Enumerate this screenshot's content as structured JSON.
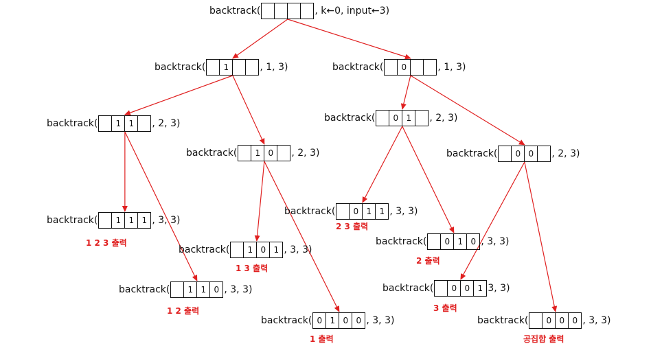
{
  "fn": "backtrack(",
  "nodes": [
    {
      "id": "root",
      "cells": [
        "",
        "",
        "",
        ""
      ],
      "args": ", k←0, input←3)"
    },
    {
      "id": "n1",
      "cells": [
        "",
        "1",
        "",
        ""
      ],
      "args": ", 1, 3)"
    },
    {
      "id": "n0",
      "cells": [
        "",
        "0",
        "",
        ""
      ],
      "args": ", 1, 3)"
    },
    {
      "id": "n11",
      "cells": [
        "",
        "1",
        "1",
        ""
      ],
      "args": ", 2, 3)"
    },
    {
      "id": "n10",
      "cells": [
        "",
        "1",
        "0",
        ""
      ],
      "args": ", 2, 3)"
    },
    {
      "id": "n01",
      "cells": [
        "",
        "0",
        "1",
        ""
      ],
      "args": ", 2, 3)"
    },
    {
      "id": "n00",
      "cells": [
        "",
        "0",
        "0",
        ""
      ],
      "args": ", 2, 3)"
    },
    {
      "id": "n111",
      "cells": [
        "",
        "1",
        "1",
        "1"
      ],
      "args": ", 3, 3)"
    },
    {
      "id": "n110",
      "cells": [
        "",
        "1",
        "1",
        "0"
      ],
      "args": ", 3, 3)"
    },
    {
      "id": "n101",
      "cells": [
        "",
        "1",
        "0",
        "1"
      ],
      "args": ", 3, 3)"
    },
    {
      "id": "n100",
      "cells": [
        "0",
        "1",
        "0",
        "0"
      ],
      "args": ", 3, 3)"
    },
    {
      "id": "n011",
      "cells": [
        "",
        "0",
        "1",
        "1"
      ],
      "args": ", 3, 3)"
    },
    {
      "id": "n010",
      "cells": [
        "",
        "0",
        "1",
        "0"
      ],
      "args": ", 3, 3)"
    },
    {
      "id": "n001",
      "cells": [
        "",
        "0",
        "0",
        "1"
      ],
      "args": " 3, 3)"
    },
    {
      "id": "n000",
      "cells": [
        "",
        "0",
        "0",
        "0"
      ],
      "args": ", 3, 3)"
    }
  ],
  "outputs": [
    {
      "id": "o123",
      "text": "1 2 3 출력"
    },
    {
      "id": "o12",
      "text": "1 2 출력"
    },
    {
      "id": "o13",
      "text": "1 3 출력"
    },
    {
      "id": "o1",
      "text": "1 출력"
    },
    {
      "id": "o23",
      "text": "2 3 출력"
    },
    {
      "id": "o2",
      "text": "2 출력"
    },
    {
      "id": "o3",
      "text": "3 출력"
    },
    {
      "id": "oempty",
      "text": "공집합 출력"
    }
  ],
  "edges": [
    [
      "root",
      "n1"
    ],
    [
      "root",
      "n0"
    ],
    [
      "n1",
      "n11"
    ],
    [
      "n1",
      "n10"
    ],
    [
      "n0",
      "n01"
    ],
    [
      "n0",
      "n00"
    ],
    [
      "n11",
      "n111"
    ],
    [
      "n11",
      "n110"
    ],
    [
      "n10",
      "n101"
    ],
    [
      "n10",
      "n100"
    ],
    [
      "n01",
      "n011"
    ],
    [
      "n01",
      "n010"
    ],
    [
      "n00",
      "n001"
    ],
    [
      "n00",
      "n000"
    ]
  ],
  "colors": {
    "edge": "#e02020",
    "output": "#e02020",
    "text": "#111111"
  }
}
